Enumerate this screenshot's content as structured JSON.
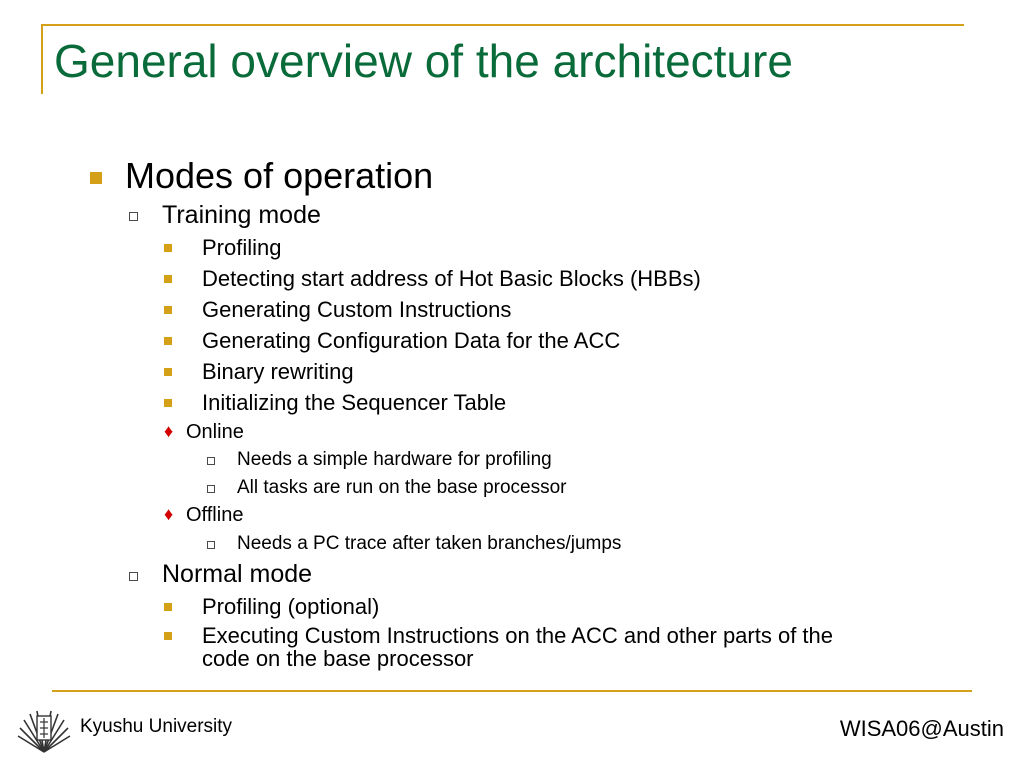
{
  "slide": {
    "title": "General overview of the architecture",
    "bullets": {
      "modes": "Modes of operation",
      "training": "Training mode",
      "profiling": "Profiling",
      "detecting": "Detecting start address of Hot Basic Blocks (HBBs)",
      "gen_ci": "Generating Custom Instructions",
      "gen_cfg": "Generating Configuration Data for the ACC",
      "binary": "Binary rewriting",
      "init_seq": "Initializing the Sequencer Table",
      "online": "Online",
      "online_1": "Needs a simple hardware for profiling",
      "online_2": "All tasks are run on the base processor",
      "offline": "Offline",
      "offline_1": "Needs a PC trace after taken branches/jumps",
      "normal": "Normal mode",
      "profiling_opt": "Profiling (optional)",
      "exec_line1": "Executing Custom Instructions on the ACC and other parts of the",
      "exec_line2": "code on the base processor"
    }
  },
  "footer": {
    "left": "Kyushu University",
    "right": "WISA06@Austin",
    "logo_icon": "kyushu-university-logo-icon"
  },
  "colors": {
    "title": "#0a6b3a",
    "accent": "#d4a017",
    "diamond": "#d40000"
  }
}
